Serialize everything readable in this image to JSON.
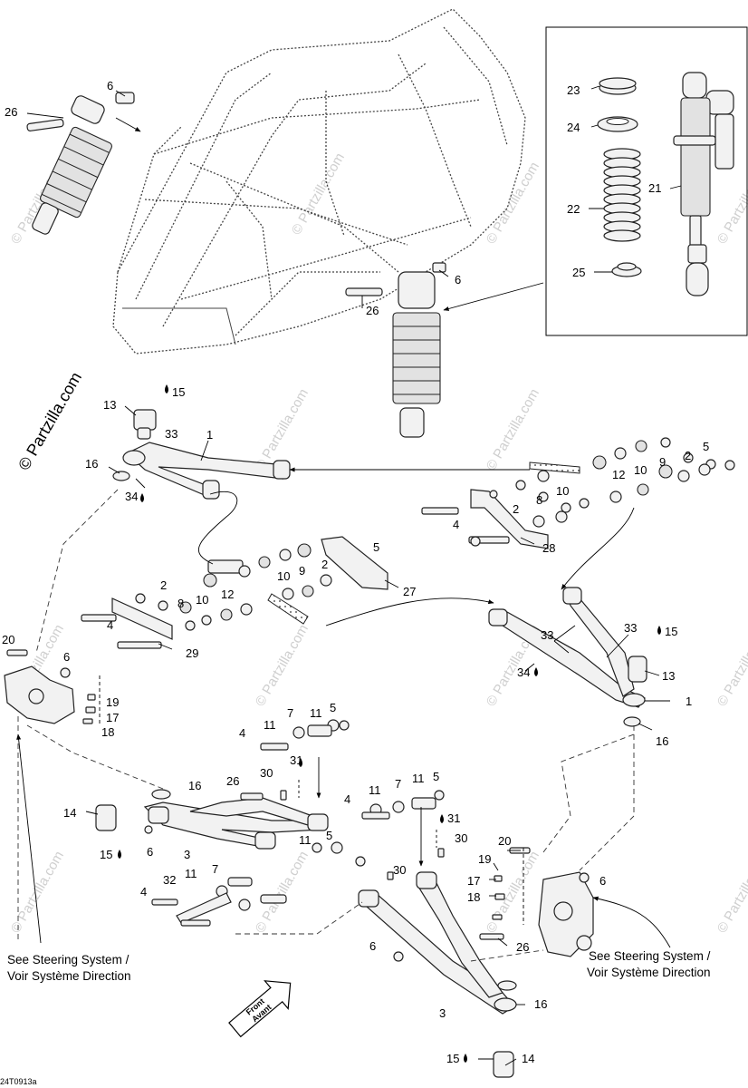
{
  "watermark": {
    "main": "© Partzilla.com",
    "repeat": "© Partzilla.com"
  },
  "figure_code": "24T0913a",
  "captions": {
    "left_line1": "See Steering System /",
    "left_line2": "Voir Système Direction",
    "right_line1": "See Steering System /",
    "right_line2": "Voir Système Direction",
    "front_line1": "Front",
    "front_line2": "Avant"
  },
  "callouts": [
    {
      "id": "c26a",
      "text": "26"
    },
    {
      "id": "c6a",
      "text": "6"
    },
    {
      "id": "c23",
      "text": "23"
    },
    {
      "id": "c24",
      "text": "24"
    },
    {
      "id": "c22",
      "text": "22"
    },
    {
      "id": "c21",
      "text": "21"
    },
    {
      "id": "c25",
      "text": "25"
    },
    {
      "id": "c6b",
      "text": "6"
    },
    {
      "id": "c26b",
      "text": "26"
    },
    {
      "id": "c13a",
      "text": "13"
    },
    {
      "id": "c15a",
      "text": "15"
    },
    {
      "id": "c33a",
      "text": "33"
    },
    {
      "id": "c1a",
      "text": "1"
    },
    {
      "id": "c16a",
      "text": "16"
    },
    {
      "id": "c34a",
      "text": "34"
    },
    {
      "id": "c2a",
      "text": "2"
    },
    {
      "id": "c5a",
      "text": "5"
    },
    {
      "id": "c12a",
      "text": "12"
    },
    {
      "id": "c10a",
      "text": "10"
    },
    {
      "id": "c9a",
      "text": "9"
    },
    {
      "id": "c10b",
      "text": "10"
    },
    {
      "id": "c2b",
      "text": "2"
    },
    {
      "id": "c8a",
      "text": "8"
    },
    {
      "id": "c4a",
      "text": "4"
    },
    {
      "id": "c28",
      "text": "28"
    },
    {
      "id": "c5b",
      "text": "5"
    },
    {
      "id": "c10c",
      "text": "10"
    },
    {
      "id": "c9b",
      "text": "9"
    },
    {
      "id": "c2c",
      "text": "2"
    },
    {
      "id": "c27",
      "text": "27"
    },
    {
      "id": "c2d",
      "text": "2"
    },
    {
      "id": "c8b",
      "text": "8"
    },
    {
      "id": "c10d",
      "text": "10"
    },
    {
      "id": "c12b",
      "text": "12"
    },
    {
      "id": "c4b",
      "text": "4"
    },
    {
      "id": "c29",
      "text": "29"
    },
    {
      "id": "c20a",
      "text": "20"
    },
    {
      "id": "c6c",
      "text": "6"
    },
    {
      "id": "c19a",
      "text": "19"
    },
    {
      "id": "c17a",
      "text": "17"
    },
    {
      "id": "c18a",
      "text": "18"
    },
    {
      "id": "c33b",
      "text": "33"
    },
    {
      "id": "c33c",
      "text": "33"
    },
    {
      "id": "c15b",
      "text": "15"
    },
    {
      "id": "c34b",
      "text": "34"
    },
    {
      "id": "c13b",
      "text": "13"
    },
    {
      "id": "c1b",
      "text": "1"
    },
    {
      "id": "c16b",
      "text": "16"
    },
    {
      "id": "c7a",
      "text": "7"
    },
    {
      "id": "c11a",
      "text": "11"
    },
    {
      "id": "c5c",
      "text": "5"
    },
    {
      "id": "c4c",
      "text": "4"
    },
    {
      "id": "c11b",
      "text": "11"
    },
    {
      "id": "c31a",
      "text": "31"
    },
    {
      "id": "c16c",
      "text": "16"
    },
    {
      "id": "c26c",
      "text": "26"
    },
    {
      "id": "c30a",
      "text": "30"
    },
    {
      "id": "c14a",
      "text": "14"
    },
    {
      "id": "c15c",
      "text": "15"
    },
    {
      "id": "c6d",
      "text": "6"
    },
    {
      "id": "c3a",
      "text": "3"
    },
    {
      "id": "c11c",
      "text": "11"
    },
    {
      "id": "c5d",
      "text": "5"
    },
    {
      "id": "c7b",
      "text": "7"
    },
    {
      "id": "c32",
      "text": "32"
    },
    {
      "id": "c11d",
      "text": "11"
    },
    {
      "id": "c4d",
      "text": "4"
    },
    {
      "id": "c7c",
      "text": "7"
    },
    {
      "id": "c11e",
      "text": "11"
    },
    {
      "id": "c5e",
      "text": "5"
    },
    {
      "id": "c4e",
      "text": "4"
    },
    {
      "id": "c11f",
      "text": "11"
    },
    {
      "id": "c31b",
      "text": "31"
    },
    {
      "id": "c30b",
      "text": "30"
    },
    {
      "id": "c30c",
      "text": "30"
    },
    {
      "id": "c20b",
      "text": "20"
    },
    {
      "id": "c19b",
      "text": "19"
    },
    {
      "id": "c17b",
      "text": "17"
    },
    {
      "id": "c18b",
      "text": "18"
    },
    {
      "id": "c6e",
      "text": "6"
    },
    {
      "id": "c6f",
      "text": "6"
    },
    {
      "id": "c26d",
      "text": "26"
    },
    {
      "id": "c3b",
      "text": "3"
    },
    {
      "id": "c16d",
      "text": "16"
    },
    {
      "id": "c15d",
      "text": "15"
    },
    {
      "id": "c14b",
      "text": "14"
    }
  ],
  "colors": {
    "line": "#222222",
    "fill": "#f2f2f2",
    "watermark": "#cfcfcf"
  }
}
